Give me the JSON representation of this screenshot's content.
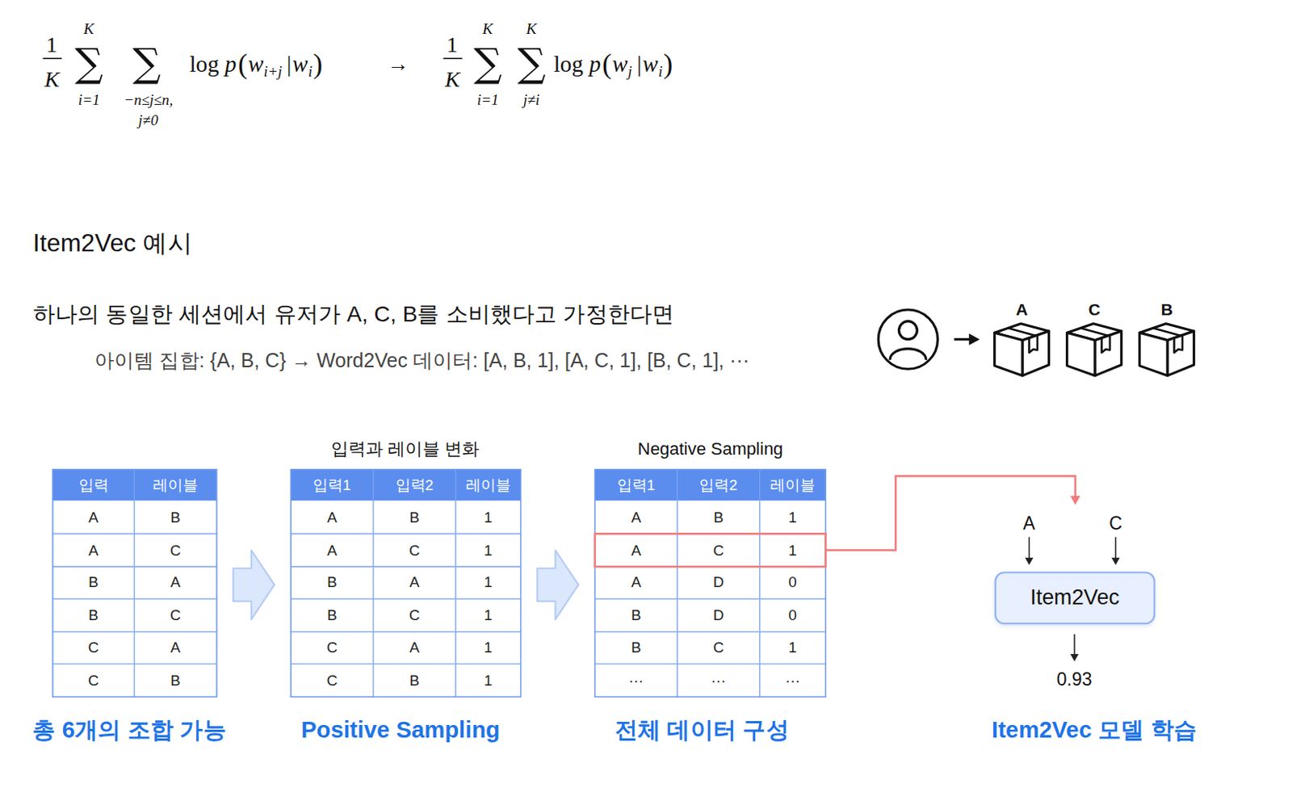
{
  "diagram": {
    "title": "Item2Vec 예시",
    "nodes": [
      {
        "text": [
          "Item2Vec"
        ]
      }
    ],
    "labels": [
      "1",
      "K",
      "K",
      "∑",
      "i=1",
      "∑",
      "−n≤j≤n,",
      "j≠0",
      "log",
      "p",
      "(",
      "w",
      "i+j",
      "|",
      "w",
      "i",
      ")",
      "→",
      "1",
      "K",
      "K",
      "∑",
      "i=1",
      "K",
      "∑",
      "j≠i",
      "log",
      "p",
      "(",
      "w",
      "j",
      "|",
      "w",
      "i",
      ")",
      "하나의 동일한 세션에서 유저가 A, C, B를 소비했다고 가정한다면",
      "아이템 집합: {A, B, C} → Word2Vec 데이터: [A, B, 1], [A, C, 1], [B, C, 1], ···",
      "A",
      "C",
      "B",
      "입력",
      "레이블",
      "A",
      "B",
      "A",
      "C",
      "B",
      "A",
      "B",
      "C",
      "C",
      "A",
      "C",
      "B",
      "입력과 레이블 변화",
      "입력1",
      "입력2",
      "레이블",
      "A",
      "B",
      "1",
      "A",
      "C",
      "1",
      "B",
      "A",
      "1",
      "B",
      "C",
      "1",
      "C",
      "A",
      "1",
      "C",
      "B",
      "1",
      "Negative Sampling",
      "입력1",
      "입력2",
      "레이블",
      "A",
      "B",
      "1",
      "A",
      "C",
      "1",
      "A",
      "D",
      "0",
      "B",
      "D",
      "0",
      "B",
      "C",
      "1",
      "···",
      "···",
      "···",
      "A",
      "C",
      "0.93",
      "총 6개의 조합 가능",
      "Positive Sampling",
      "전체 데이터 구성",
      "Item2Vec 모델 학습"
    ]
  }
}
